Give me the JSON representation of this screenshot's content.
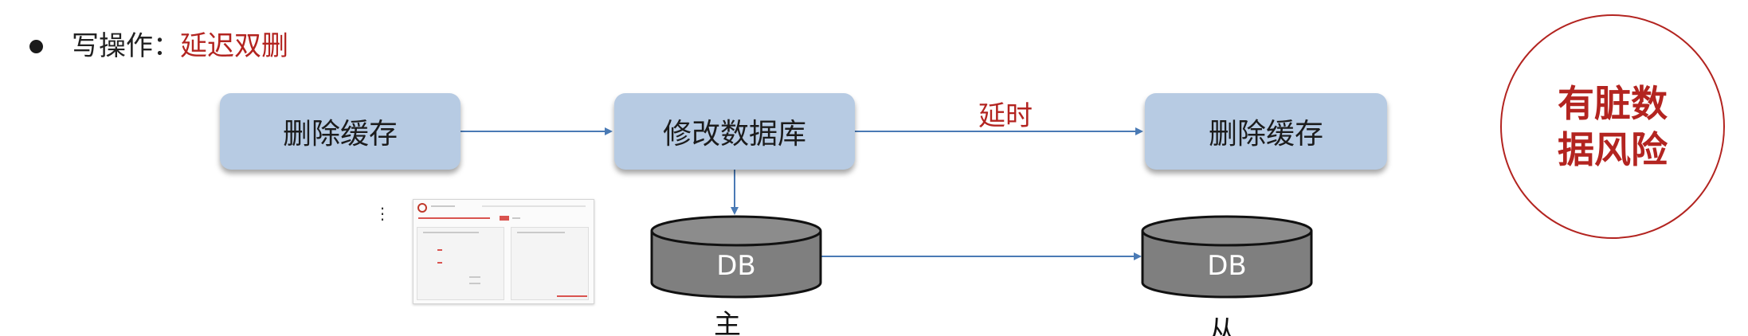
{
  "heading": {
    "prefix": "写操作：",
    "strategy": "延迟双删"
  },
  "flow": {
    "step1": "删除缓存",
    "step2": "修改数据库",
    "step3": "删除缓存",
    "delay_label": "延时"
  },
  "databases": {
    "master": {
      "label": "DB",
      "role": "主"
    },
    "slave": {
      "label": "DB",
      "role": "从"
    }
  },
  "risk": {
    "text": "有脏数据风险"
  },
  "colors": {
    "accent": "#b32420",
    "box_fill": "#b7cbe3",
    "arrow": "#4a7ab5",
    "db_fill": "#7f7f7f"
  },
  "thumbnail": {
    "icon": "document-thumbnail-icon"
  }
}
